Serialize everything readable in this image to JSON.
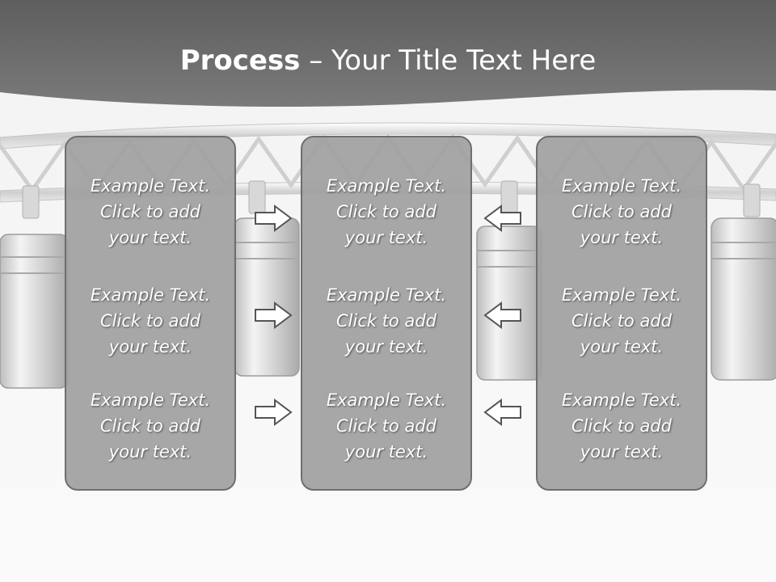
{
  "slide": {
    "title_bold": "Process",
    "title_rest": " – Your Title Text Here",
    "colors": {
      "header": "#6a6a6a",
      "panel": "#a0a0a0",
      "panel_border": "#6e6e6e",
      "text": "#ffffff"
    },
    "columns": [
      {
        "blocks": [
          [
            "Example Text.",
            "Click  to add",
            "your text."
          ],
          [
            "Example Text.",
            "Click  to add",
            "your text."
          ],
          [
            "Example Text.",
            "Click  to add",
            "your text."
          ]
        ]
      },
      {
        "blocks": [
          [
            "Example Text.",
            "Click  to add",
            "your text."
          ],
          [
            "Example Text.",
            "Click  to add",
            "your text."
          ],
          [
            "Example Text.",
            "Click  to add",
            "your text."
          ]
        ]
      },
      {
        "blocks": [
          [
            "Example Text.",
            "Click  to add",
            "your text."
          ],
          [
            "Example Text.",
            "Click  to add",
            "your text."
          ],
          [
            "Example Text.",
            "Click  to add",
            "your text."
          ]
        ]
      }
    ],
    "arrows_left_group": "right-arrow-icon",
    "arrows_right_group": "left-arrow-icon"
  }
}
